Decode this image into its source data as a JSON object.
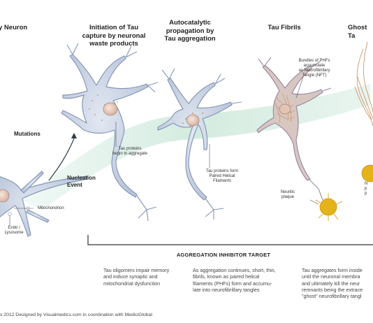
{
  "stages": [
    {
      "title": "y Neuron"
    },
    {
      "title": "Initiation of Tau\ncapture by neuronal\nwaste products"
    },
    {
      "title": "Autocatalytic\npropagation by\nTau aggregation"
    },
    {
      "title": "Tau Fibrils"
    },
    {
      "title": "Ghost Ta"
    }
  ],
  "labels": {
    "mutations": "Mutations",
    "nucleation": "Nucleation\nEvent",
    "mitochondrion": "Mitochondrion",
    "endo": "Endo /\nLysosome",
    "tau_aggregate": "Tau proteins\nbegin to aggregate",
    "tau_phf": "Tau proteins form\nPaired Helical\nFilaments",
    "nft": "Bundles of PHFs\naccumulate\nas Neurofibrillary\nTangle (NFT)",
    "neuritic": "Neuritic\nplaque",
    "ghost_partial": "N\np\np"
  },
  "bracket": {
    "label": "AGGREGATION INHIBITOR TARGET"
  },
  "descriptions": [
    "Tau oligomers impair memory\nand induce synaptic and\nmitochondrial dysfunction",
    "As aggregation continues, short, thin,\nfibrils, known as paired helical\nfilaments (PHFs) form and accumu-\nlate into neurofibrillary tangles",
    "Tau aggregates form inside\nuntil the neuronal membra\nand ultimately kill the neur\nremnants being the extrace\n\"ghost\" neurofibrillary tangl"
  ],
  "credit": "x 2012 Designed by Visualmedics.com in coordination with MediciGlobal",
  "colors": {
    "neuron_fill": "#c9d3e3",
    "neuron_stroke": "#8797b5",
    "nucleus": "#ead2c6",
    "arrow_band": "#d3ebe0",
    "tangle": "#c98a5a",
    "plaque": "#e4b21a"
  }
}
